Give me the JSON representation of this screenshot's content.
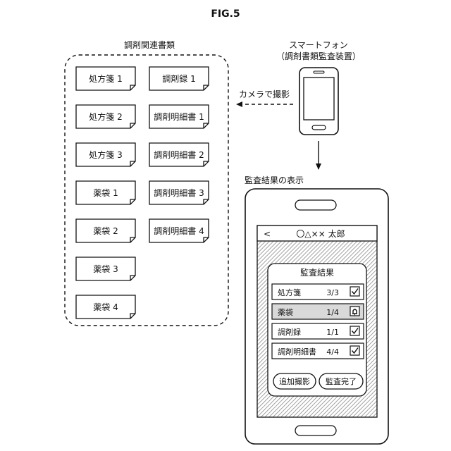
{
  "figure_label": "FIG.5",
  "documents_group": {
    "title": "調剤関連書類",
    "docs": [
      "処方箋 1",
      "処方箋 2",
      "処方箋 3",
      "薬袋 1",
      "薬袋 2",
      "薬袋 3",
      "薬袋 4",
      "調剤録 1",
      "調剤明細書 1",
      "調剤明細書 2",
      "調剤明細書 3",
      "調剤明細書 4"
    ]
  },
  "smartphone": {
    "title_line1": "スマートフォン",
    "title_line2": "（調剤書類監査装置）"
  },
  "capture_label": "カメラで撮影",
  "result_display": {
    "title": "監査結果の表示",
    "back_symbol": "<",
    "patient_name": "〇△×× 太郎",
    "dialog_title": "監査結果",
    "rows": [
      {
        "name": "処方箋",
        "count": "3/3",
        "icon": "checkbox-checked-icon"
      },
      {
        "name": "薬袋",
        "count": "1/4",
        "icon": "bell-icon"
      },
      {
        "name": "調剤録",
        "count": "1/1",
        "icon": "checkbox-checked-icon"
      },
      {
        "name": "調剤明細書",
        "count": "4/4",
        "icon": "checkbox-checked-icon"
      }
    ],
    "buttons": {
      "add_capture": "追加撮影",
      "audit_complete": "監査完了"
    }
  },
  "colors": {
    "line": "#111111",
    "highlight_row": "#d9d9d9",
    "hatch": "#8a8a8a"
  }
}
